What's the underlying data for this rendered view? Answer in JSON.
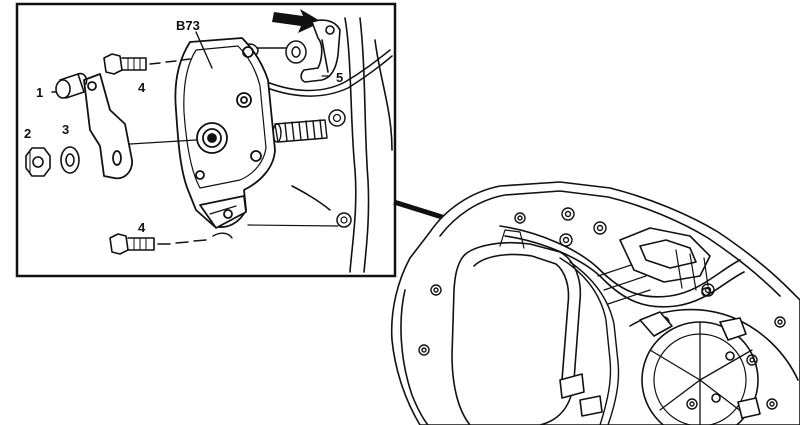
{
  "diagram": {
    "labels": {
      "b73": "B73",
      "item1": "1",
      "item2": "2",
      "item3": "3",
      "item4_upper": "4",
      "item4_lower": "4",
      "item5": "5"
    },
    "colors": {
      "ink": "#111111",
      "paper": "#ffffff"
    }
  }
}
